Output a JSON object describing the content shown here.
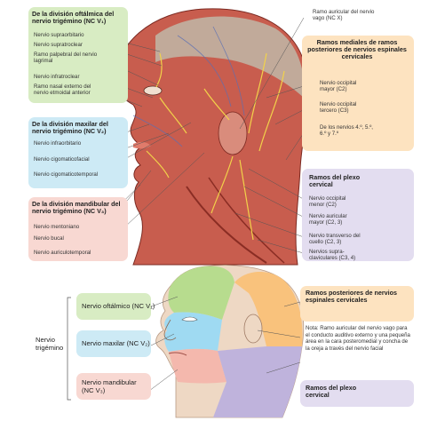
{
  "top_left": {
    "v1_header": "De la división oftálmica del nervio trigémino (NC V₁)",
    "v1_items": [
      "Nervio supraorbitario",
      "Nervio supratroclear",
      "Ramo palpebral del nervio lagrimal",
      "Nervio infratroclear",
      "Ramo nasal externo del nervio etmoidal anterior"
    ],
    "v2_header": "De la división maxilar del nervio trigémino (NC V₂)",
    "v2_items": [
      "Nervio infraorbitario",
      "Nervio cigomaticofacial",
      "Nervio cigomaticotemporal"
    ],
    "v3_header": "De la división mandibular del nervio trigémino (NC V₃)",
    "v3_items": [
      "Nervio mentoniano",
      "Nervio bucal",
      "Nervio auriculotemporal"
    ]
  },
  "top_right": {
    "vagus": "Ramo auricular del nervio vago (NC X)",
    "posterior_header": "Ramos mediales de ramos posteriores de nervios espinales cervicales",
    "posterior_items": [
      "Nervio occipital mayor (C2)",
      "Nervio occipital tercero (C3)",
      "De los nervios 4.º, 5.º, 6.º y 7.º"
    ],
    "plexus_header": "Ramos del plexo cervical",
    "plexus_items": [
      "Nervio occipital menor (C2)",
      "Nervio auricular mayor (C2, 3)",
      "Nervio transverso del cuello (C2, 3)",
      "Nervios supra-claviculares (C3, 4)"
    ]
  },
  "bottom_left": {
    "trigeminal_label": "Nervio trigémino",
    "v1": "Nervio oftálmico (NC V₁)",
    "v2": "Nervio maxilar (NC V₂)",
    "v3": "Nervio mandibular (NC V₃)"
  },
  "bottom_right": {
    "posterior_header": "Ramos posteriores de nervios espinales cervicales",
    "note": "Nota: Ramo auricular del nervio vago para el conducto auditivo externo y una pequeña área en la cara posteromedial y concha de la oreja a través del nervio facial",
    "plexus_header": "Ramos del plexo cervical"
  },
  "colors": {
    "v1": "#b7dc8e",
    "v2": "#9fdaf2",
    "v3": "#f4b8ad",
    "posterior": "#f9c27c",
    "plexus": "#bfb3dc",
    "skin": "#eed8c4"
  }
}
